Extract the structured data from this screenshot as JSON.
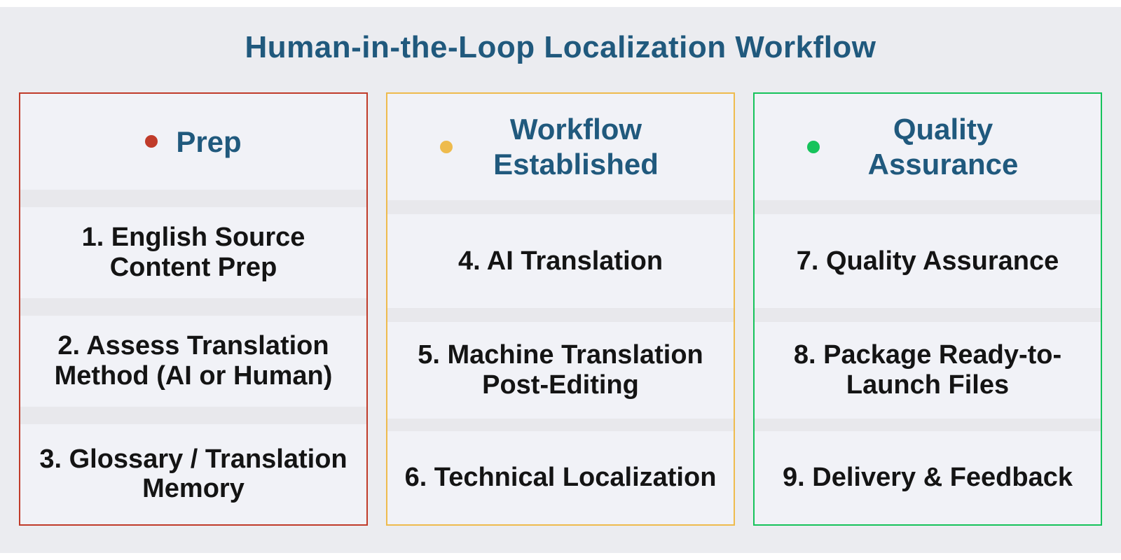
{
  "title": "Human-in-the-Loop Localization Workflow",
  "colors": {
    "page-bg": "#ebecf0",
    "card-bg": "#f1f2f7",
    "stripe": "#e8e8ec",
    "heading": "#20597d",
    "text": "#141414",
    "white": "#ffffff"
  },
  "columns": [
    {
      "header": "Prep",
      "accent": "#c03b2a",
      "items": [
        "1. English Source Content Prep",
        "2. Assess Translation Method (AI or Human)",
        "3. Glossary / Translation Memory"
      ]
    },
    {
      "header": "Workflow Established",
      "accent": "#eebb4d",
      "items": [
        "4. AI Translation",
        "5. Machine Translation Post-Editing",
        "6. Technical Localization"
      ]
    },
    {
      "header": "Quality Assurance",
      "accent": "#16c35b",
      "items": [
        "7. Quality Assurance",
        "8. Package Ready-to-Launch Files",
        "9. Delivery & Feedback"
      ]
    }
  ]
}
